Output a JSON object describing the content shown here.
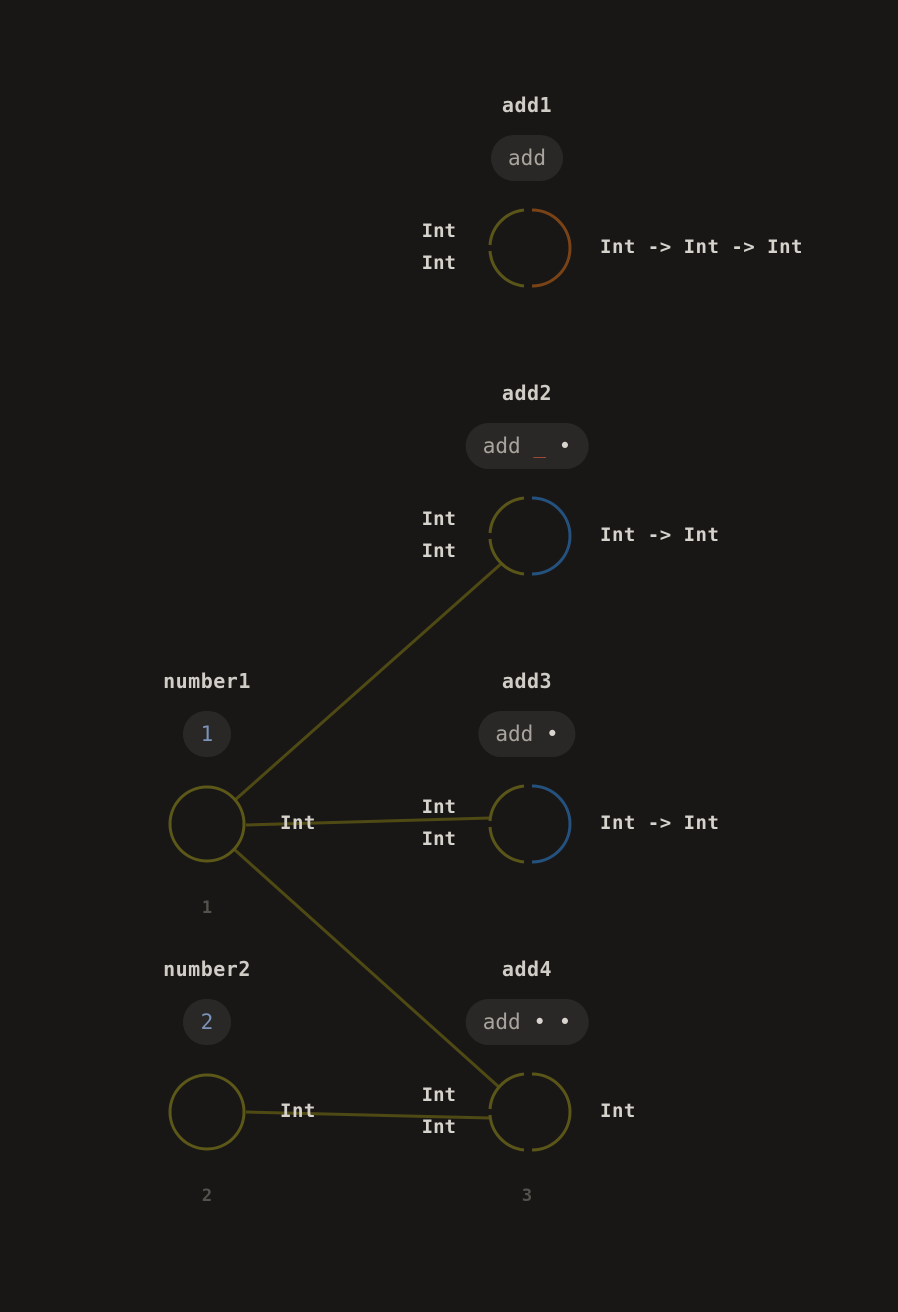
{
  "nodes": {
    "add1": {
      "title": "add1",
      "expr": "add",
      "inputs": [
        "Int",
        "Int"
      ],
      "type": "Int -> Int -> Int"
    },
    "add2": {
      "title": "add2",
      "expr": "add",
      "hole": "_",
      "dot": "•",
      "inputs": [
        "Int",
        "Int"
      ],
      "type": "Int -> Int"
    },
    "add3": {
      "title": "add3",
      "expr": "add",
      "dot": "•",
      "inputs": [
        "Int",
        "Int"
      ],
      "type": "Int -> Int"
    },
    "add4": {
      "title": "add4",
      "expr": "add",
      "dot1": "•",
      "dot2": "•",
      "inputs": [
        "Int",
        "Int"
      ],
      "type": "Int",
      "result": "3"
    },
    "number1": {
      "title": "number1",
      "value": "1",
      "output": "Int",
      "result": "1"
    },
    "number2": {
      "title": "number2",
      "value": "2",
      "output": "Int",
      "result": "2"
    }
  },
  "colors": {
    "background": "#181716",
    "wire": "#4f4a14",
    "int_port": "#5a5518",
    "partial_function_port": "#25517e",
    "function_port": "#7a4316",
    "number_node": "#5c5818"
  }
}
